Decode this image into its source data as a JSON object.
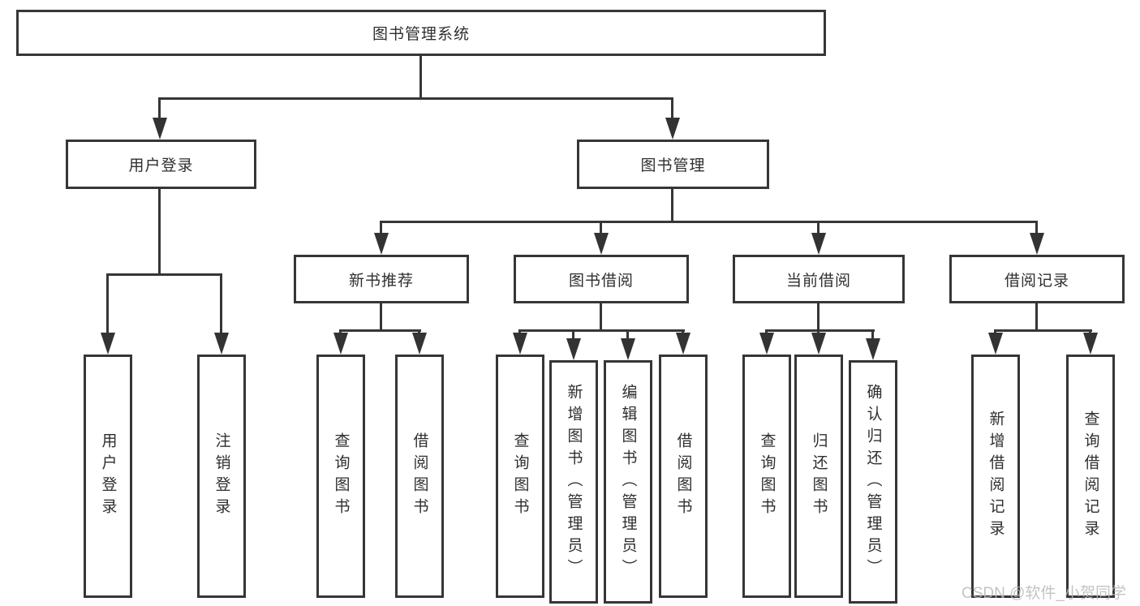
{
  "title": "图书管理系统",
  "watermark": "CSDN @软件_小贺同学",
  "colors": {
    "line": "#363636",
    "text": "#2f2f2f",
    "background": "#ffffff",
    "watermark": "#b9b9b9"
  },
  "chart_type": "org-tree-diagram",
  "tree": {
    "root": {
      "label": "图书管理系统"
    },
    "children": [
      {
        "label": "用户登录",
        "leaves": [
          {
            "label": "用户登录"
          },
          {
            "label": "注销登录"
          }
        ]
      },
      {
        "label": "图书管理",
        "children": [
          {
            "label": "新书推荐",
            "leaves": [
              {
                "label": "查询图书"
              },
              {
                "label": "借阅图书"
              }
            ]
          },
          {
            "label": "图书借阅",
            "leaves": [
              {
                "label": "查询图书"
              },
              {
                "label": "新增图书（管理员）"
              },
              {
                "label": "编辑图书（管理员）"
              },
              {
                "label": "借阅图书"
              }
            ]
          },
          {
            "label": "当前借阅",
            "leaves": [
              {
                "label": "查询图书"
              },
              {
                "label": "归还图书"
              },
              {
                "label": "确认归还（管理员）"
              }
            ]
          },
          {
            "label": "借阅记录",
            "leaves": [
              {
                "label": "新增借阅记录"
              },
              {
                "label": "查询借阅记录"
              }
            ]
          }
        ]
      }
    ]
  }
}
